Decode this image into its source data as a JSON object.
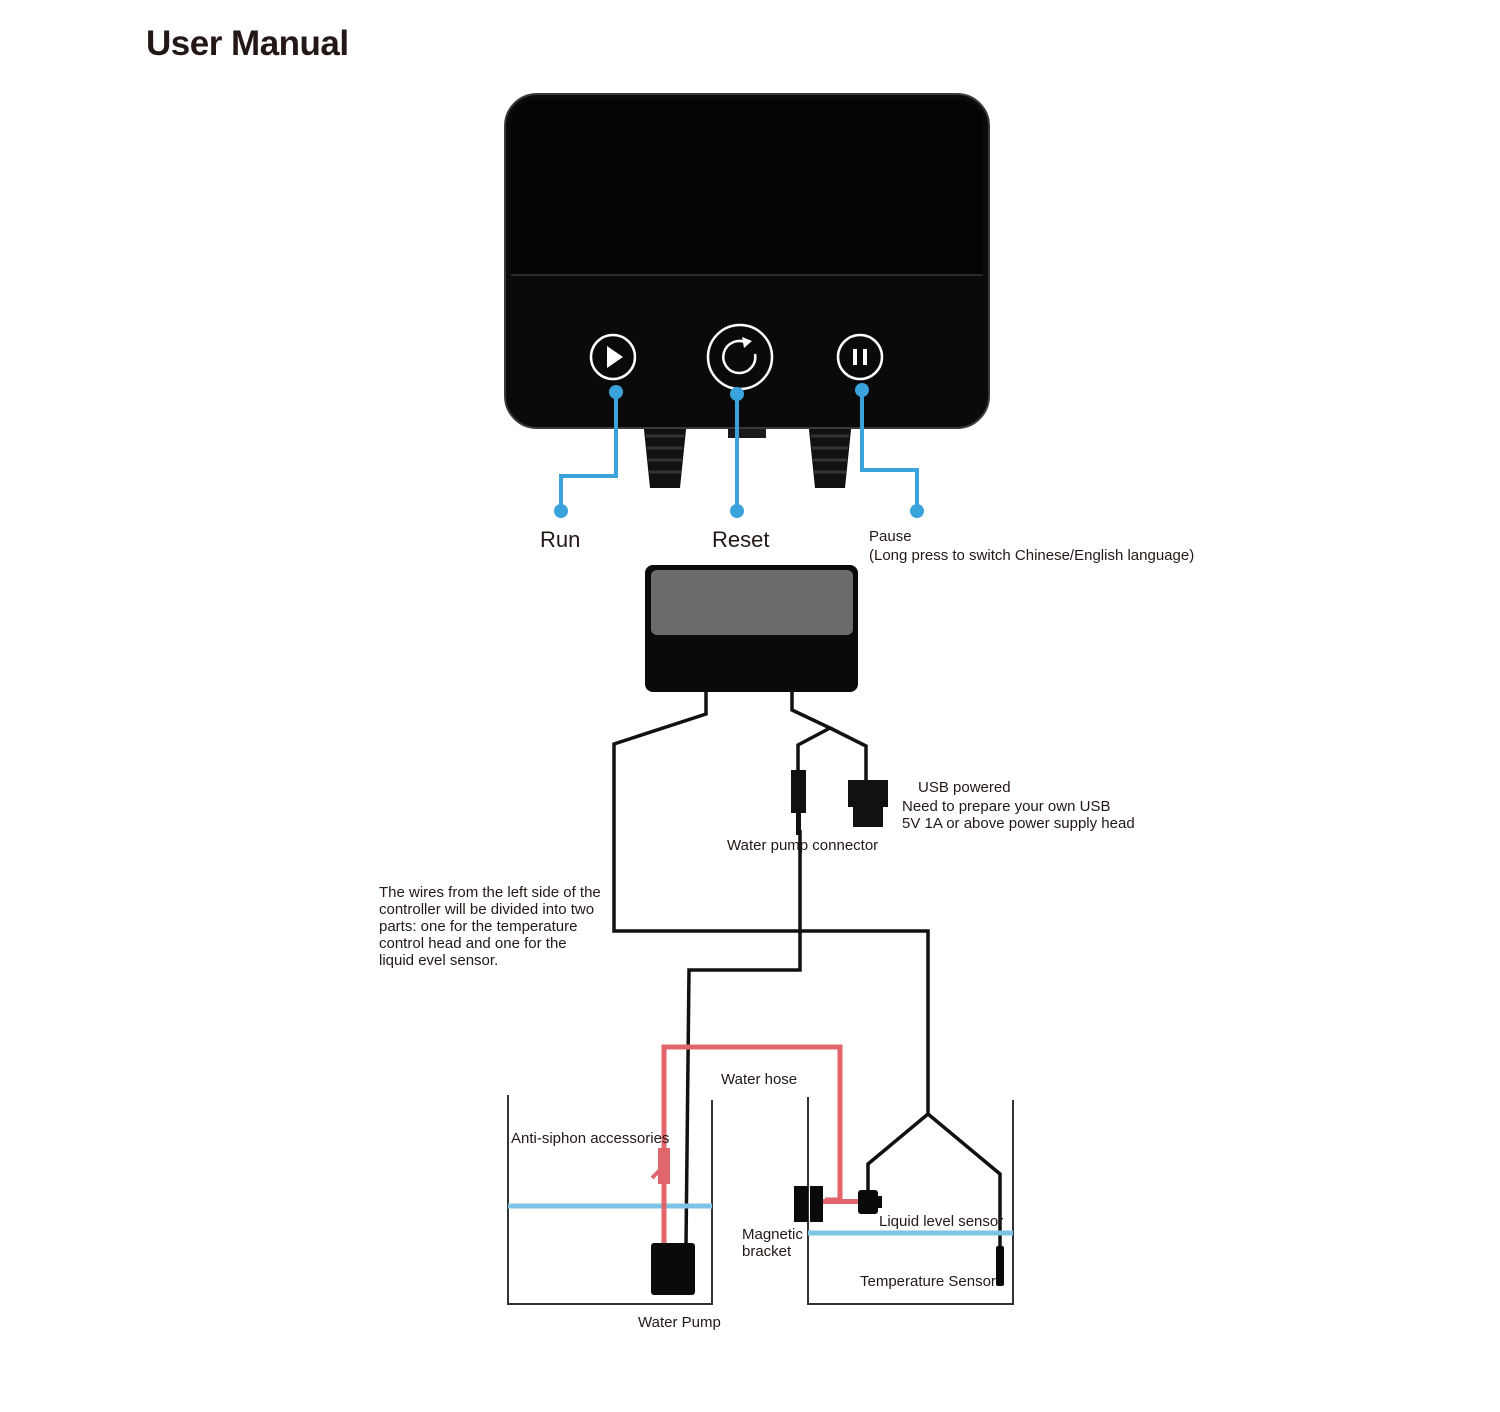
{
  "page": {
    "title": "User Manual"
  },
  "controller_buttons": {
    "run": {
      "label": "Run",
      "icon": "play-icon"
    },
    "reset": {
      "label": "Reset",
      "icon": "refresh-icon"
    },
    "pause": {
      "label": "Pause",
      "note": "(Long press to switch Chinese/English language)",
      "icon": "pause-icon"
    }
  },
  "wiring": {
    "usb_title": "USB powered",
    "usb_note_1": "Need to prepare your own USB",
    "usb_note_2": "5V 1A or above power supply head",
    "water_pump_connector": "Water pump connector",
    "wires_note": "The wires from the left side of the controller will be divided into two parts: one for the temperature control head and one for the liquid evel sensor.",
    "water_hose": "Water hose",
    "anti_siphon": "Anti-siphon accessories",
    "magnetic_bracket_1": "Magnetic",
    "magnetic_bracket_2": "bracket",
    "liquid_level_sensor": "Liquid level sensor",
    "temperature_sensor": "Temperature Sensor",
    "water_pump": "Water Pump"
  },
  "colors": {
    "callout_blue": "#3ba3dc",
    "water_blue": "#7dc3e6",
    "hose_red": "#e0666c",
    "wire_black": "#111111",
    "device_black": "#0a0a0a"
  }
}
